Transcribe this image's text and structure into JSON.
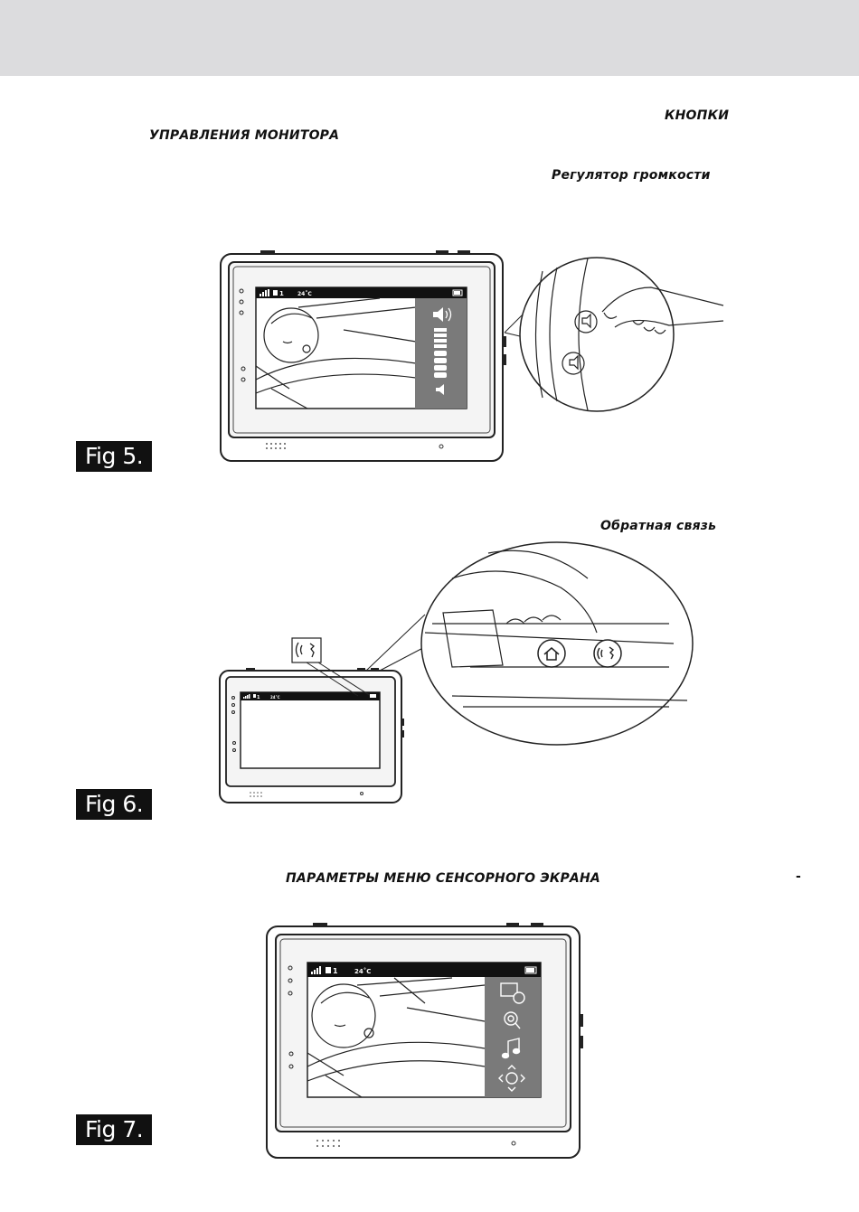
{
  "header": {
    "controls_title_line1": "КНОПКИ",
    "controls_title_line2": "УПРАВЛЕНИЯ МОНИТОРА"
  },
  "sections": {
    "volume_title": "Регулятор громкости",
    "talkback_title": "Обратная связь",
    "menu_title": "ПАРАМЕТРЫ МЕНЮ СЕНСОРНОГО ЭКРАНА",
    "menu_title_dash": "-"
  },
  "figures": [
    {
      "label": "Fig 5.",
      "status_channel": "1",
      "status_temp": "24˚C"
    },
    {
      "label": "Fig 6.",
      "status_channel": "1",
      "status_temp": "24˚C"
    },
    {
      "label": "Fig 7.",
      "status_channel": "1",
      "status_temp": "24˚C"
    }
  ],
  "icons": {
    "volume_up": "speaker-loud-icon",
    "volume_down": "speaker-mute-icon",
    "talk": "talk-voice-icon",
    "home": "home-icon",
    "camera_menu": "camera-switch-icon",
    "zoom_menu": "zoom-icon",
    "music_menu": "music-note-icon",
    "pan_menu": "pan-tilt-icon"
  }
}
